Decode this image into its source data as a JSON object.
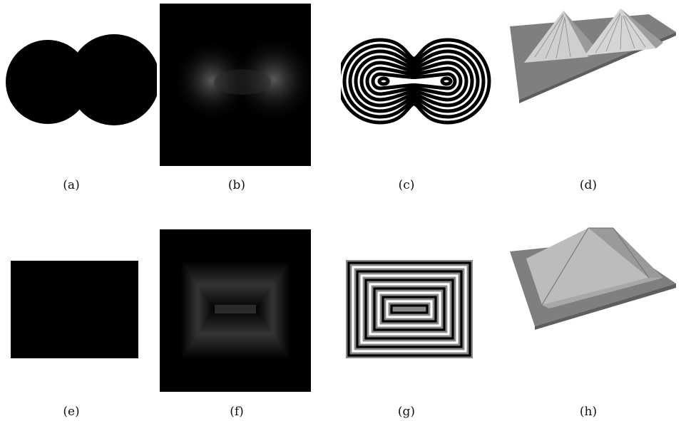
{
  "figure": {
    "rows": [
      {
        "panels": [
          {
            "label": "(a)",
            "content": "binary image of two overlapping discs"
          },
          {
            "label": "(b)",
            "content": "distance transform of two discs"
          },
          {
            "label": "(c)",
            "content": "contour bands of two-disc distance map"
          },
          {
            "label": "(d)",
            "content": "3D surface of two-disc distance map"
          }
        ]
      },
      {
        "panels": [
          {
            "label": "(e)",
            "content": "binary image of rectangle"
          },
          {
            "label": "(f)",
            "content": "distance transform of rectangle"
          },
          {
            "label": "(g)",
            "content": "contour bands of rectangle distance map"
          },
          {
            "label": "(h)",
            "content": "3D surface of rectangle distance map"
          }
        ]
      }
    ]
  },
  "colors": {
    "foreground": "#000000",
    "background": "#ffffff",
    "surface_light": "#b5b5b5",
    "surface_dark": "#808080"
  }
}
